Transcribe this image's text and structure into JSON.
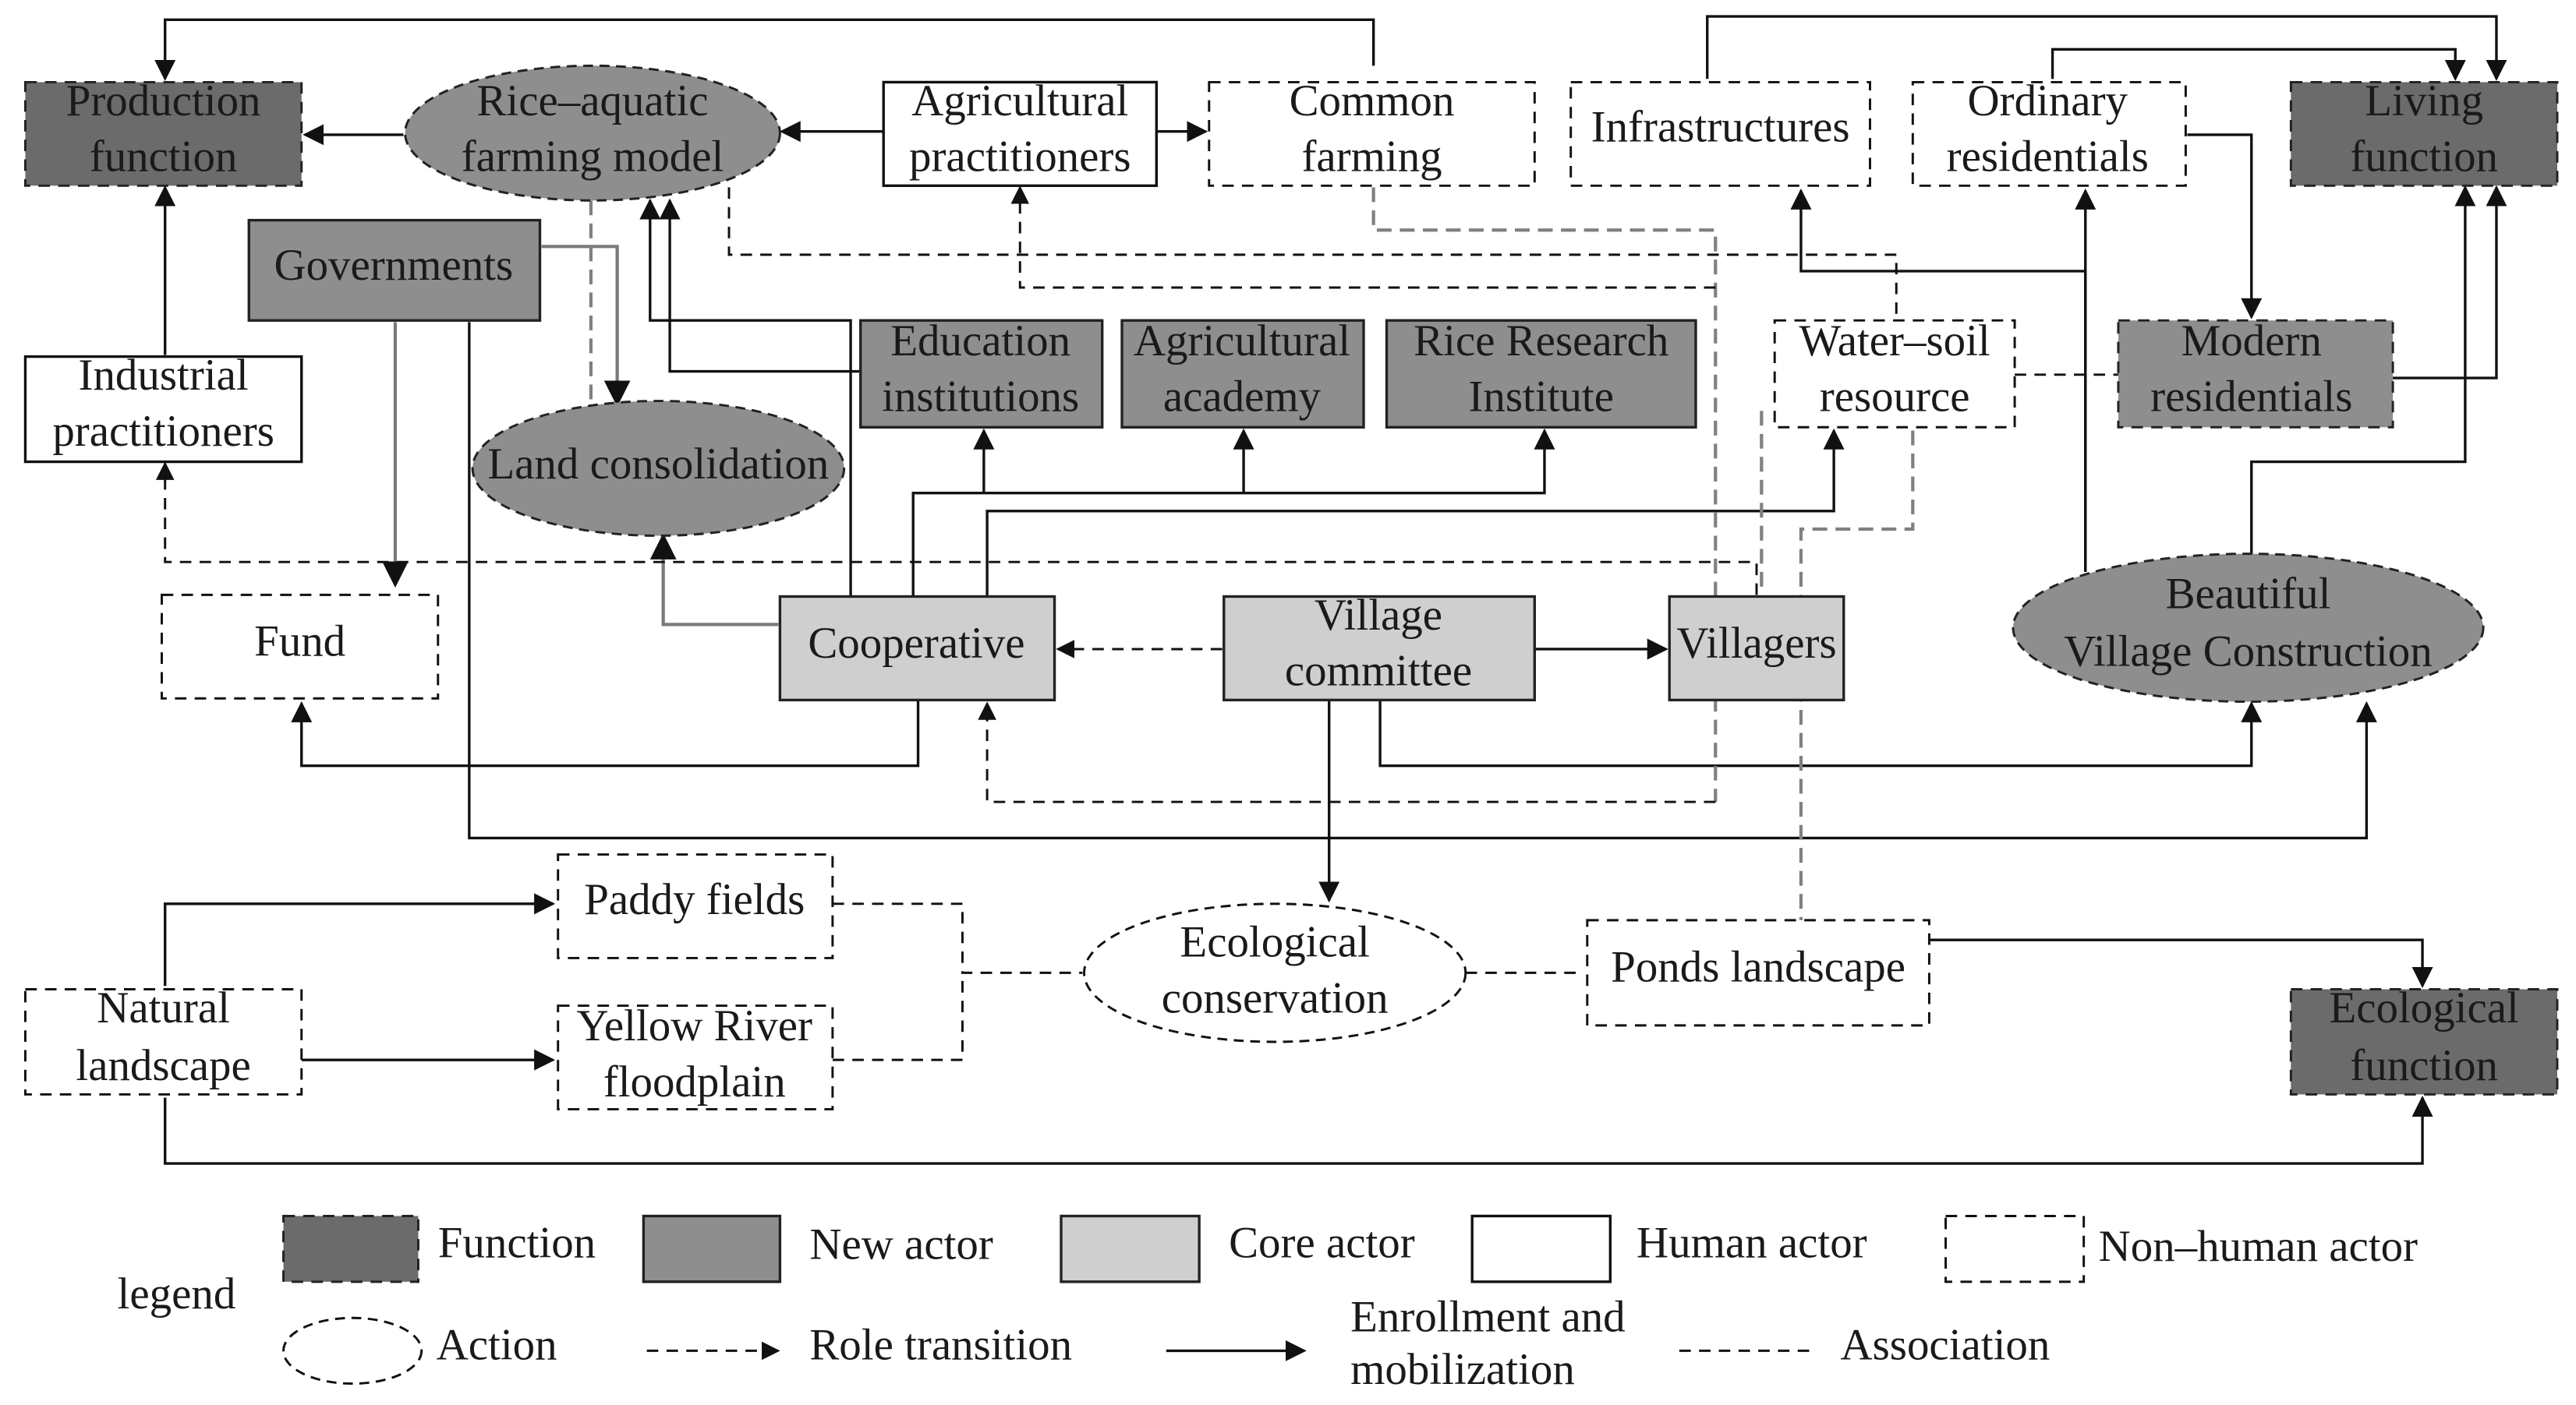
{
  "nodes": {
    "production_function": [
      "Production",
      "function"
    ],
    "rice_aquatic": [
      "Rice–aquatic",
      "farming model"
    ],
    "agricultural_practitioners": [
      "Agricultural",
      "practitioners"
    ],
    "common_farming": [
      "Common",
      "farming"
    ],
    "infrastructures": [
      "Infrastructures"
    ],
    "ordinary_residentials": [
      "Ordinary",
      "residentials"
    ],
    "living_function": [
      "Living",
      "function"
    ],
    "governments": [
      "Governments"
    ],
    "industrial_practitioners": [
      "Industrial",
      "practitioners"
    ],
    "land_consolidation": [
      "Land consolidation"
    ],
    "education_institutions": [
      "Education",
      "institutions"
    ],
    "agricultural_academy": [
      "Agricultural",
      "academy"
    ],
    "rice_research_institute": [
      "Rice Research",
      "Institute"
    ],
    "water_soil": [
      "Water–soil",
      "resource"
    ],
    "modern_residentials": [
      "Modern",
      "residentials"
    ],
    "fund": [
      "Fund"
    ],
    "cooperative": [
      "Cooperative"
    ],
    "village_committee": [
      "Village",
      "committee"
    ],
    "villagers": [
      "Villagers"
    ],
    "beautiful_village": [
      "Beautiful",
      "Village Construction"
    ],
    "paddy_fields": [
      "Paddy fields"
    ],
    "ecological_conservation": [
      "Ecological",
      "conservation"
    ],
    "ponds_landscape": [
      "Ponds landscape"
    ],
    "natural_landscape": [
      "Natural",
      "landscape"
    ],
    "yellow_river": [
      "Yellow River",
      "floodplain"
    ],
    "ecological_function": [
      "Ecological",
      "function"
    ]
  },
  "legend": {
    "title": "legend",
    "function": "Function",
    "new_actor": "New actor",
    "core_actor": "Core actor",
    "human_actor": "Human actor",
    "non_human_actor": "Non–human actor",
    "action": "Action",
    "role_transition": "Role transition",
    "enrollment": [
      "Enrollment and",
      "mobilization"
    ],
    "association": "Association"
  },
  "colors": {
    "function": "#6b6b6b",
    "new_actor": "#8e8e8e",
    "core_actor": "#cfcfcf",
    "human_actor": "#ffffff",
    "line": "#111111",
    "gray_line": "#7a7a7a"
  }
}
